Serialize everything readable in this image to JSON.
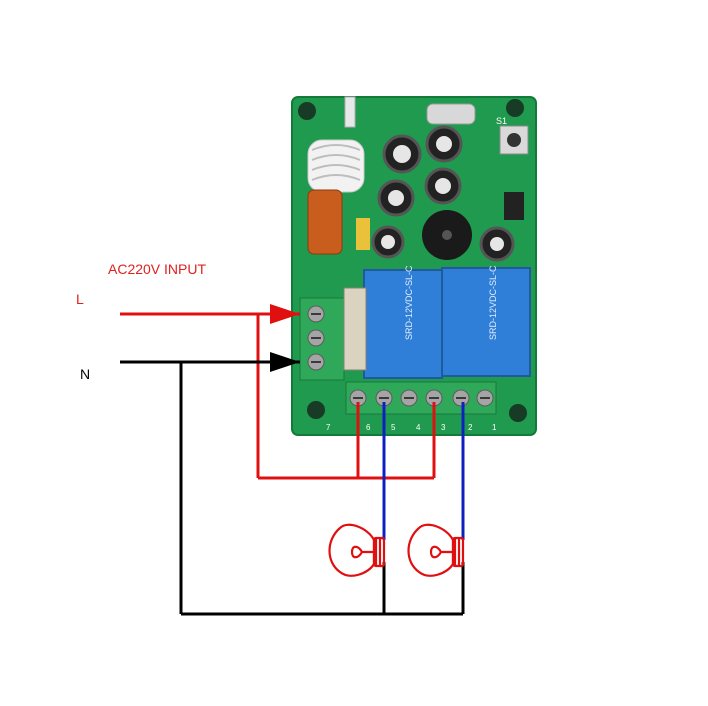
{
  "title": "AC220V INPUT",
  "labels": {
    "live": "L",
    "neutral": "N"
  },
  "board": {
    "terminals_right": [
      "6",
      "5",
      "4",
      "3",
      "2",
      "1"
    ],
    "terminal_left": "7",
    "relay_1_text": "SRD-12VDC-SL-C",
    "relay_2_text": "SRD-12VDC-SL-C",
    "button_label": "S1"
  },
  "colors": {
    "live_wire": "#e01010",
    "neutral_wire": "#000000",
    "load_wire": "#1020c0",
    "pcb": "#1f9a4e",
    "relay": "#2f7fd8",
    "bulb": "#e01010"
  }
}
